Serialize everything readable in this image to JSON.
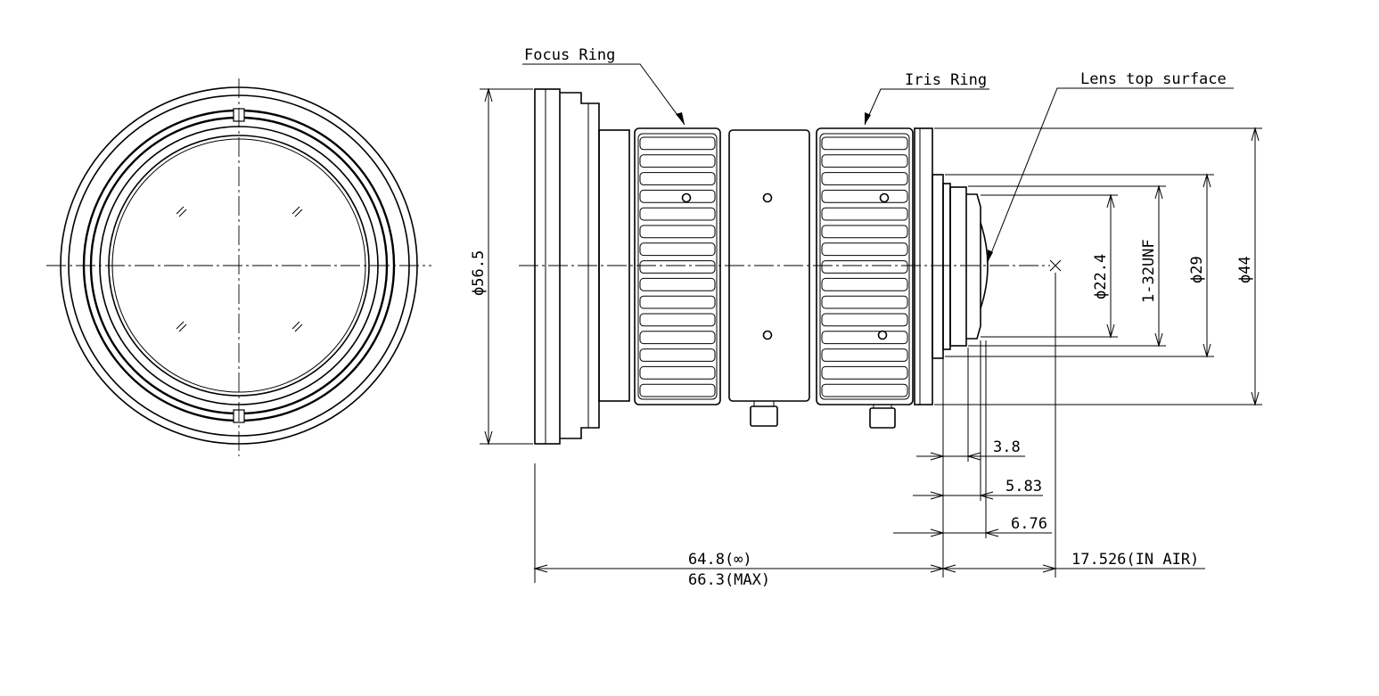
{
  "labels": {
    "focus_ring": "Focus Ring",
    "iris_ring": "Iris Ring",
    "lens_top_surface": "Lens top surface"
  },
  "dimensions": {
    "d56_5": "ϕ56.5",
    "d22_4": "ϕ22.4",
    "thread": "1-32UNF",
    "d29": "ϕ29",
    "d44": "ϕ44",
    "d3_8": "3.8",
    "d5_83": "5.83",
    "d6_76": "6.76",
    "len_inf": "64.8(∞)",
    "len_max": "66.3(MAX)",
    "flange": "17.526(IN AIR)"
  }
}
